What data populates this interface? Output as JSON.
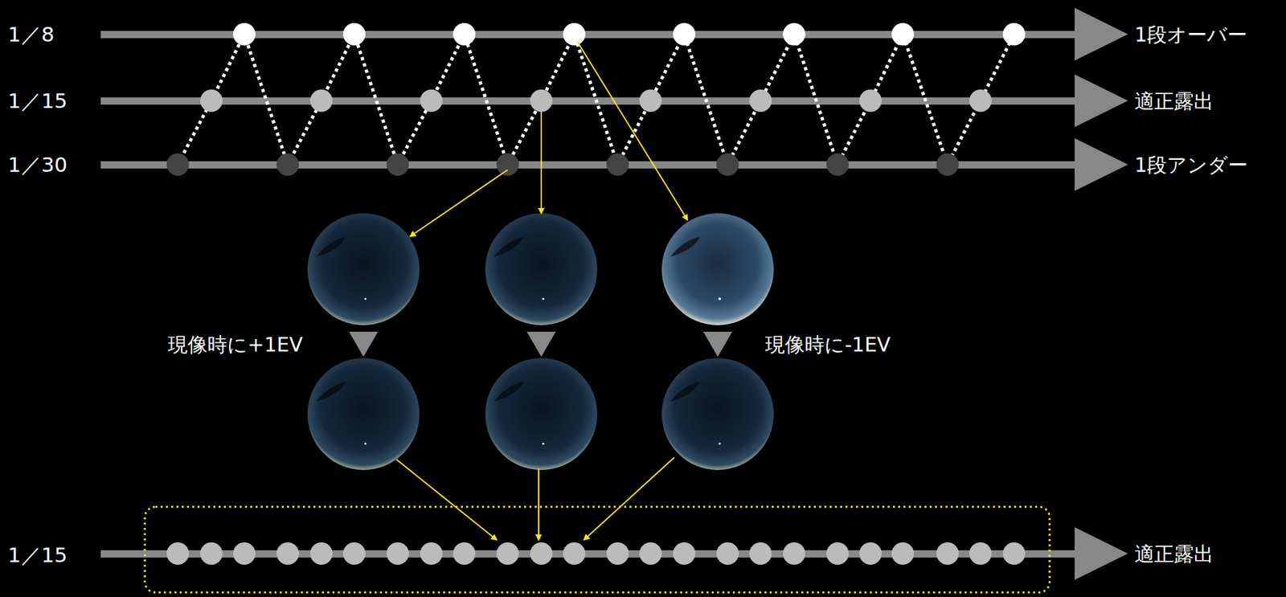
{
  "diagram": {
    "labels": [
      "1／8",
      "1／15",
      "1／30",
      "1段オーバー",
      "適正露出",
      "1段アンダー",
      "現像時に+1EV",
      "現像時に-1EV",
      "1／15",
      "適正露出"
    ]
  }
}
